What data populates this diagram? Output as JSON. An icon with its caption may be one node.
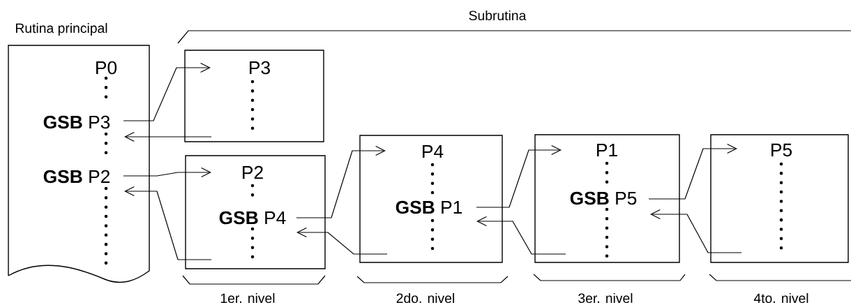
{
  "diagram": {
    "nodes": [
      {
        "text": [
          "Rutina principal",
          "P0",
          "**GSB** P3",
          "**GSB** P2"
        ]
      },
      {
        "text": [
          "P3"
        ]
      },
      {
        "text": [
          "P2",
          "**GSB** P4"
        ]
      },
      {
        "text": [
          "P4",
          "**GSB** P1"
        ]
      },
      {
        "text": [
          "P1",
          "**GSB** P5"
        ]
      },
      {
        "text": [
          "P5"
        ]
      }
    ],
    "edges": [
      {
        "from": 0,
        "to": 1,
        "arrow": "to"
      },
      {
        "from": 1,
        "to": 0,
        "arrow": "to"
      },
      {
        "from": 0,
        "to": 2,
        "arrow": "to"
      },
      {
        "from": 2,
        "to": 0,
        "arrow": "to"
      },
      {
        "from": 2,
        "to": 3,
        "arrow": "to"
      },
      {
        "from": 3,
        "to": 2,
        "arrow": "to"
      },
      {
        "from": 3,
        "to": 4,
        "arrow": "to"
      },
      {
        "from": 4,
        "to": 3,
        "arrow": "to"
      },
      {
        "from": 4,
        "to": 5,
        "arrow": "to"
      },
      {
        "from": 5,
        "to": 4,
        "arrow": "to"
      }
    ],
    "labels": [
      "Subrutina",
      "1er. nivel",
      "2do. nivel",
      "3er. nivel",
      "4to. nivel"
    ]
  }
}
